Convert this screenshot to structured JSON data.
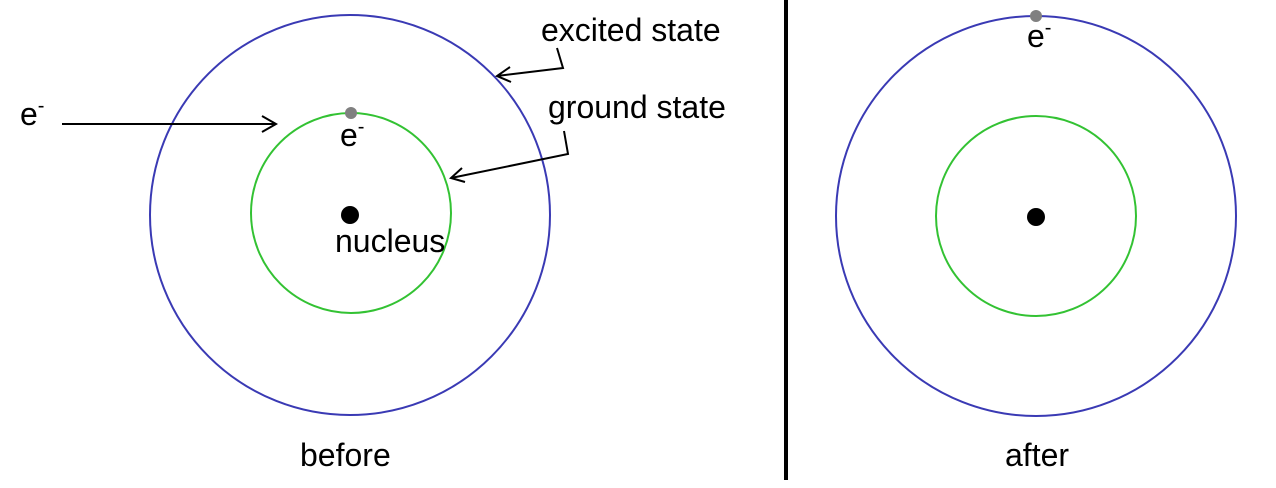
{
  "colors": {
    "excited_orbit": "#3a3ab4",
    "ground_orbit": "#33c233",
    "electron": "#808080",
    "nucleus": "#000000",
    "divider": "#000000",
    "text": "#000000"
  },
  "before": {
    "incoming_electron": {
      "symbol": "e",
      "charge": "-"
    },
    "bound_electron": {
      "symbol": "e",
      "charge": "-"
    },
    "excited_state_label": "excited state",
    "ground_state_label": "ground state",
    "nucleus_label": "nucleus",
    "caption": "before"
  },
  "after": {
    "excited_electron": {
      "symbol": "e",
      "charge": "-"
    },
    "caption": "after"
  }
}
